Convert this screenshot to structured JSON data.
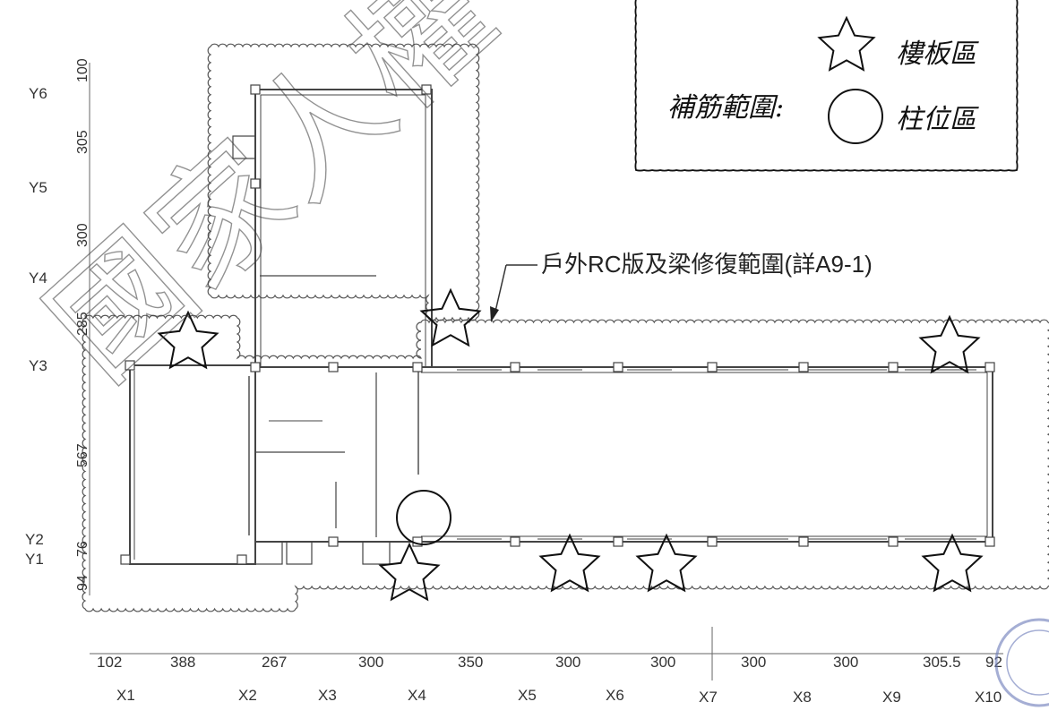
{
  "legend": {
    "title": "補筋範圍:",
    "items": [
      {
        "symbol": "star-icon",
        "label": "樓板區"
      },
      {
        "symbol": "circle-icon",
        "label": "柱位區"
      }
    ]
  },
  "callout": {
    "text": "戶外RC版及梁修復範圍(詳A9-1)"
  },
  "watermark": {
    "text": "國家人權 NHRM"
  },
  "y_axis": {
    "labels": [
      "Y6",
      "Y5",
      "Y4",
      "Y3",
      "Y2",
      "Y1"
    ],
    "dimensions": [
      "100",
      "305",
      "300",
      "285",
      "567",
      "76",
      "94"
    ]
  },
  "x_axis": {
    "labels": [
      "X1",
      "X2",
      "X3",
      "X4",
      "X5",
      "X6",
      "X7",
      "X8",
      "X9",
      "X10"
    ],
    "dimensions": [
      "102",
      "388",
      "267",
      "300",
      "350",
      "300",
      "300",
      "300",
      "300",
      "305.5",
      "92"
    ]
  },
  "colors": {
    "line": "#333333",
    "wall": "#444444",
    "watermark": "#3a3a3a"
  }
}
